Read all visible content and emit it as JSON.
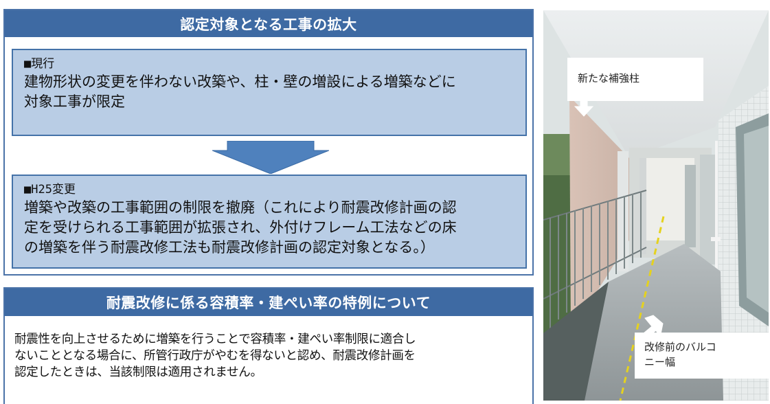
{
  "expansion": {
    "title": "認定対象となる工事の拡大",
    "current": {
      "label": "■現行",
      "lines": [
        "建物形状の変更を伴わない改築や、柱・壁の増設による増築などに",
        "対象工事が限定"
      ]
    },
    "h25": {
      "label": "■H25変更",
      "lines": [
        "増築や改築の工事範囲の制限を撤廃（これにより耐震改修計画の認",
        "定を受けられる工事範囲が拡張され、外付けフレーム工法などの床",
        "の増築を伴う耐震改修工法も耐震改修計画の認定対象となる。）"
      ]
    }
  },
  "special": {
    "title": "耐震改修に係る容積率・建ぺい率の特例について",
    "lines": [
      "耐震性を向上させるために増築を行うことで容積率・建ぺい率制限に適合し",
      "ないこととなる場合に、所管行政庁がやむを得ないと認め、耐震改修計画を",
      "認定したときは、当該制限は適用されません。"
    ]
  },
  "photo": {
    "caption_top": "新たな補強柱",
    "caption_bottom": [
      "改修前のバルコ",
      "ニー幅"
    ]
  },
  "colors": {
    "header_blue": "#3e6aa3",
    "box_fill": "#b9cde5",
    "arrow_fill": "#4f81bd"
  }
}
